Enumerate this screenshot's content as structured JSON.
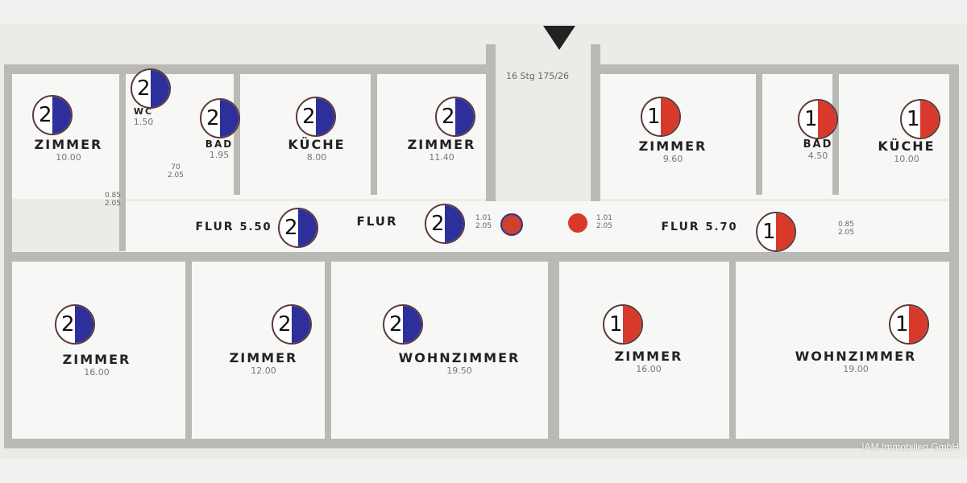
{
  "colors": {
    "apartment_2": "#2d2f9a",
    "apartment_1": "#d8392a",
    "wall": "#b9b9b6"
  },
  "rooms": [
    {
      "name": "ZIMMER",
      "area": "10.00"
    },
    {
      "name": "WC",
      "area": "1.50"
    },
    {
      "name": "BAD",
      "area": "1.95"
    },
    {
      "name": "KÜCHE",
      "area": "8.00"
    },
    {
      "name": "ZIMMER",
      "area": "11.40"
    },
    {
      "name": "ZIMMER",
      "area": "9.60"
    },
    {
      "name": "BAD",
      "area": "4.50"
    },
    {
      "name": "KÜCHE",
      "area": "10.00"
    },
    {
      "name": "FLUR",
      "area": "5.50"
    },
    {
      "name": "FLUR",
      "area": ""
    },
    {
      "name": "FLUR",
      "area": "5.70"
    },
    {
      "name": "ZIMMER",
      "area": "16.00"
    },
    {
      "name": "ZIMMER",
      "area": "12.00"
    },
    {
      "name": "WOHNZIMMER",
      "area": "19.50"
    },
    {
      "name": "ZIMMER",
      "area": "16.00"
    },
    {
      "name": "WOHNZIMMER",
      "area": "19.00"
    }
  ],
  "badges": [
    "2",
    "2",
    "2",
    "2",
    "2",
    "1",
    "1",
    "1",
    "2",
    "2",
    "1",
    "2",
    "2",
    "2",
    "1",
    "1"
  ],
  "annotations": {
    "stairs": "16 Stg 175/26",
    "door_left": "1.01 2.05",
    "door_right": "1.01 2.05",
    "door1": "0.85 2.05",
    "door2": "70 2.05",
    "door3": "0.85 2.05"
  },
  "watermark": "IAM Immobilien GmbH"
}
